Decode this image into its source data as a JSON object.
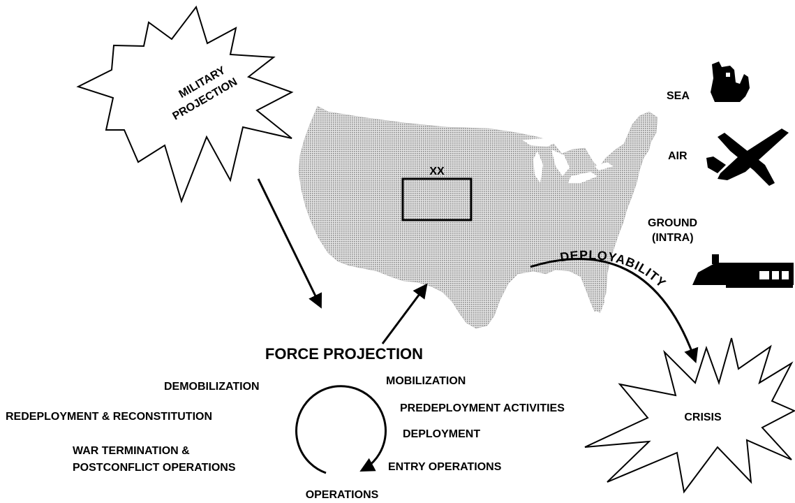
{
  "burst_military": {
    "line1": "MILITARY",
    "line2": "PROJECTION"
  },
  "map": {
    "box_label": "XX"
  },
  "modes": {
    "sea": "SEA",
    "air": "AIR",
    "ground_line1": "GROUND",
    "ground_line2": "(INTRA)"
  },
  "arc_label": "DEPLOYABILITY",
  "burst_crisis": {
    "label": "CRISIS"
  },
  "cycle": {
    "title": "FORCE PROJECTION",
    "demobilization": "DEMOBILIZATION",
    "mobilization": "MOBILIZATION",
    "redeployment": "REDEPLOYMENT & RECONSTITUTION",
    "predeployment": "PREDEPLOYMENT ACTIVITIES",
    "deployment": "DEPLOYMENT",
    "war_termination_line1": "WAR TERMINATION &",
    "war_termination_line2": "POSTCONFLICT OPERATIONS",
    "entry_operations": "ENTRY OPERATIONS",
    "operations": "OPERATIONS"
  },
  "colors": {
    "ink": "#000000",
    "map_fill": "#c9c9c9",
    "background": "#ffffff"
  },
  "icons": {
    "sea": "ship-icon",
    "air": "cargo-plane-icon",
    "ground": "train-icon"
  }
}
